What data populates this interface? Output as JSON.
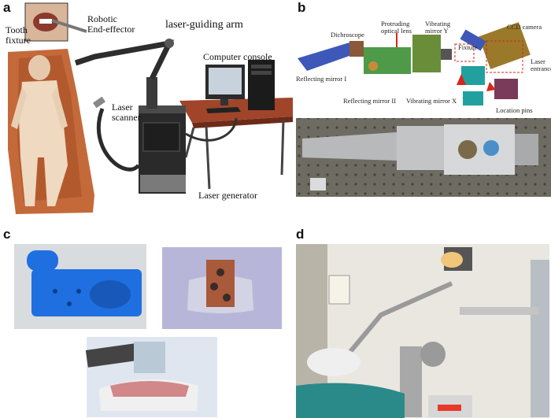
{
  "panels": {
    "a": {
      "letter": "a",
      "labels": {
        "tooth_fixture": "Tooth\nfixture",
        "robotic_end_effector": "Robotic\nEnd-effector",
        "laser_guiding_arm": "laser-guiding arm",
        "computer_console": "Computer console",
        "laser_scanner": "Laser\nscanner",
        "laser_generator": "Laser generator"
      }
    },
    "b": {
      "letter": "b",
      "labels": {
        "dichroscope": "Dichroscope",
        "protruding_optical_lens": "Protruding\noptical lens",
        "vibrating_mirror_y": "Vibrating\nmirror Y",
        "reflecting_mirror_1": "Reflecting mirror I",
        "reflecting_mirror_2": "Reflecting mirror II",
        "vibrating_mirror_x": "Vibrating mirror X",
        "fixture": "Fixture",
        "ccd_camera": "CCD camera",
        "laser_entrance": "Laser\nentrance",
        "location_pins": "Location pins"
      }
    },
    "c": {
      "letter": "c"
    },
    "d": {
      "letter": "d"
    }
  },
  "colors": {
    "chair": "#c46a3a",
    "fixture_blue": "#1f6fe0",
    "scanner_blue": "#3d58b8",
    "scanner_green": "#4e9a48",
    "red_arrow": "#d8261c",
    "lab_bg": "#6e6b62",
    "clinic_wall": "#e9e7df"
  }
}
